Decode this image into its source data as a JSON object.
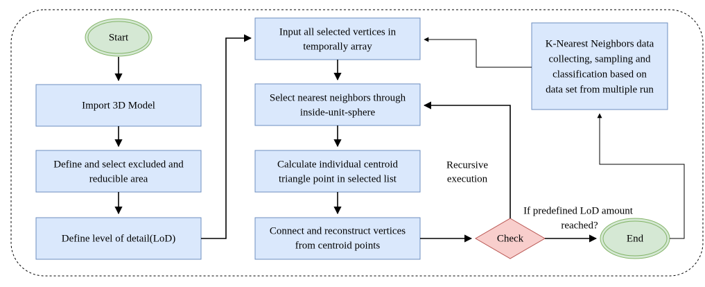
{
  "nodes": {
    "start": "Start",
    "import": "Import 3D Model",
    "define_select": [
      "Define and select excluded and",
      "reducible area"
    ],
    "lod": "Define level of detail(LoD)",
    "input": [
      "Input all selected vertices in",
      "temporally array"
    ],
    "nearest": [
      "Select nearest neighbors through",
      "inside-unit-sphere"
    ],
    "centroid": [
      "Calculate individual centroid",
      "triangle point in selected list"
    ],
    "connect": [
      "Connect and reconstruct vertices",
      "from centroid points"
    ],
    "check": "Check",
    "end": "End",
    "knn": [
      "K-Nearest Neighbors data",
      "collecting, sampling and",
      "classification based on",
      "data set from multiple run"
    ]
  },
  "labels": {
    "recursive": [
      "Recursive",
      "execution"
    ],
    "predefined": [
      "If predefined LoD amount",
      "reached?"
    ]
  },
  "colors": {
    "box_fill": "#dae8fc",
    "box_stroke": "#6c8ebf",
    "oval_fill": "#d5e8d4",
    "oval_stroke": "#82b366",
    "diamond_fill": "#f8cecc",
    "diamond_stroke": "#b85450"
  }
}
